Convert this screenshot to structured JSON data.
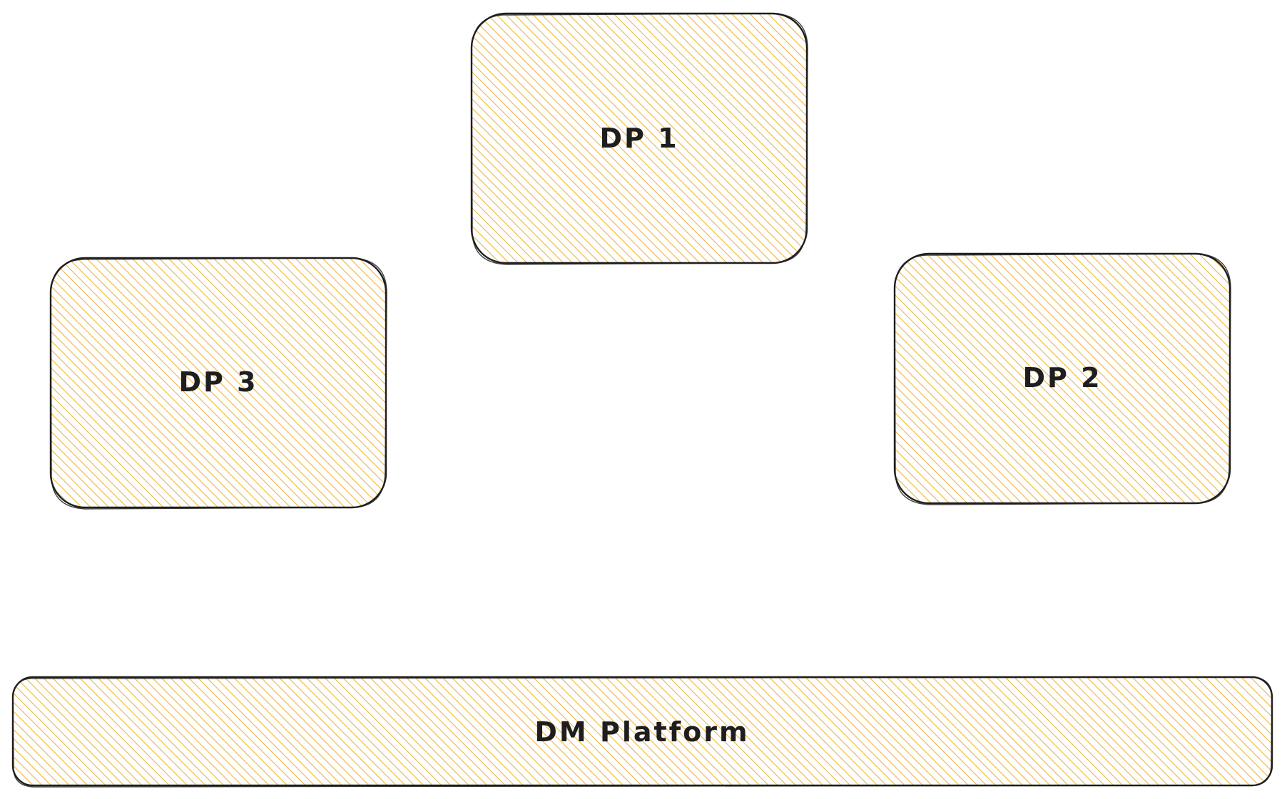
{
  "diagram": {
    "background": "#ffffff",
    "fill_color": "#f0b43c",
    "stroke_color": "#1e1e1e",
    "fill_style": "hachure",
    "nodes": [
      {
        "id": "dp1",
        "label": "DP 1"
      },
      {
        "id": "dp2",
        "label": "DP 2"
      },
      {
        "id": "dp3",
        "label": "DP 3"
      },
      {
        "id": "platform",
        "label": "DM Platform"
      }
    ]
  }
}
